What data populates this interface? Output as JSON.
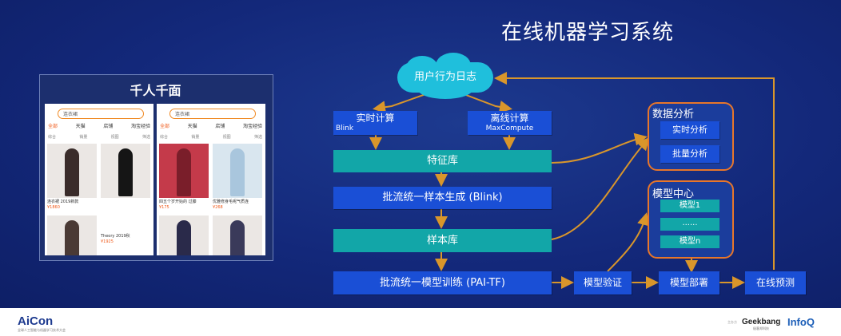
{
  "title": "在线机器学习系统",
  "left_panel": {
    "title": "千人千面",
    "screens": [
      {
        "search": "连衣裙",
        "tabs": [
          "全部",
          "天猫",
          "店铺",
          "淘宝经验"
        ],
        "filters": [
          "综合",
          "销量",
          "视图",
          "筛选"
        ],
        "products": [
          {
            "caption": "连衣裙 2019新款",
            "price": "¥1860"
          },
          {
            "caption": "Theory 2019秋",
            "price": "¥1925"
          }
        ]
      },
      {
        "search": "连衣裙",
        "tabs": [
          "全部",
          "天猫",
          "店铺",
          "淘宝经验"
        ],
        "filters": [
          "综合",
          "销量",
          "视图",
          "筛选"
        ],
        "products": [
          {
            "caption": "四五个岁开始的 过膝",
            "price": "¥175"
          },
          {
            "caption": "优雅修身毛呢气质连",
            "price": "¥268"
          }
        ]
      }
    ]
  },
  "diagram": {
    "log_node": "用户行为日志",
    "realtime": {
      "label": "实时计算",
      "sub": "Blink"
    },
    "offline": {
      "label": "离线计算",
      "sub": "MaxCompute"
    },
    "feature_store": "特征库",
    "sample_gen": "批流统一样本生成 (Blink)",
    "sample_store": "样本库",
    "training": "批流统一模型训练 (PAI-TF)",
    "validation": "模型验证",
    "deployment": "模型部署",
    "prediction": "在线预测",
    "analysis_group": {
      "title": "数据分析",
      "items": [
        "实时分析",
        "批量分析"
      ]
    },
    "model_group": {
      "title": "模型中心",
      "items": [
        "模型1",
        "......",
        "模型n"
      ]
    }
  },
  "footer": {
    "left_logo": "AiCon",
    "left_sub": "全球人工智能与机器学习技术大会",
    "right_logo1": "Geekbang",
    "right_logo1_sub": "极客邦科技",
    "right_logo2": "InfoQ",
    "zh_label": "主办方"
  },
  "colors": {
    "background": "#13287a",
    "box": "#1a4fd6",
    "teal": "#12a6a8",
    "arrow": "#d9962b",
    "group_border": "#e8762a"
  }
}
